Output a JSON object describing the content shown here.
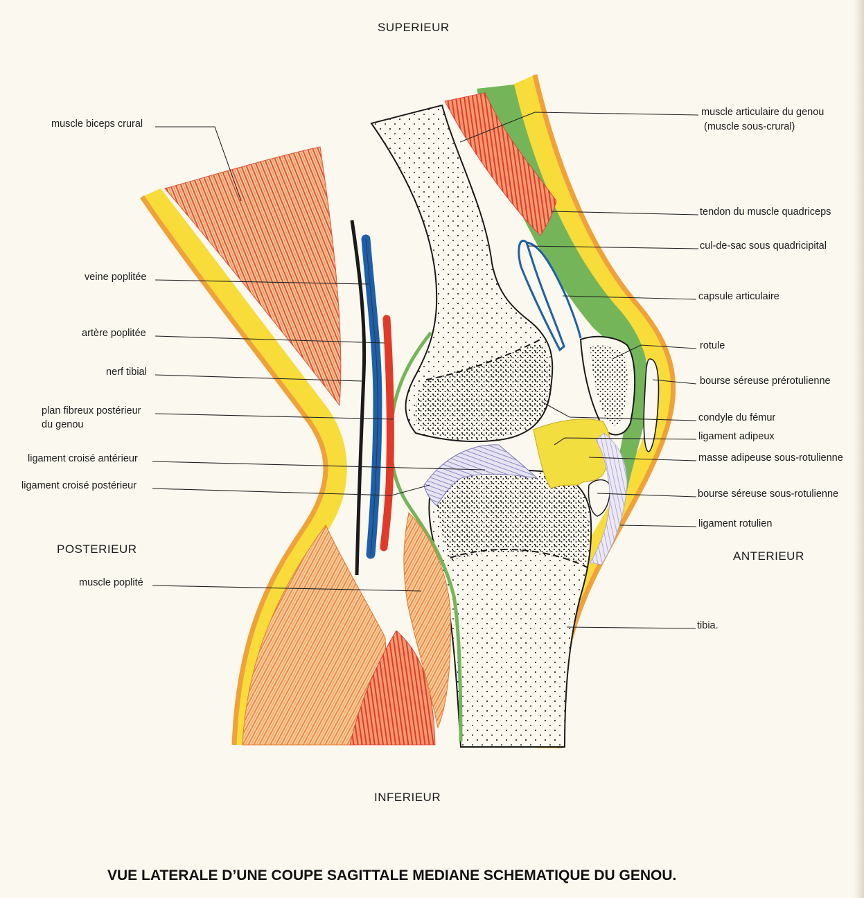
{
  "orientation": {
    "top": "SUPERIEUR",
    "bottom": "INFERIEUR",
    "left": "POSTERIEUR",
    "right": "ANTERIEUR"
  },
  "caption": "VUE LATERALE D’UNE COUPE SAGITTALE MEDIANE SCHEMATIQUE DU GENOU.",
  "labels_left": {
    "biceps": "muscle biceps crural",
    "veine": "veine poplitée",
    "artere": "artère poplitée",
    "nerf": "nerf tibial",
    "plan_line1": "plan fibreux postérieur",
    "plan_line2": "du genou",
    "lca": "ligament croisé antérieur",
    "lcp": "ligament croisé postérieur",
    "poplite": "muscle poplité"
  },
  "labels_right": {
    "articulaire_line1": "muscle articulaire du genou",
    "articulaire_line2": "(muscle sous-crural)",
    "tendon": "tendon du muscle quadriceps",
    "culdesac": "cul-de-sac sous quadricipital",
    "capsule": "capsule articulaire",
    "rotule": "rotule",
    "bourse_pre": "bourse séreuse prérotulienne",
    "condyle": "condyle du fémur",
    "lig_adipeux": "ligament adipeux",
    "masse": "masse adipeuse sous-rotulienne",
    "bourse_sous": "bourse séreuse sous-rotulienne",
    "lig_rotulien": "ligament rotulien",
    "tibia": "tibia."
  },
  "colors": {
    "skin_yellow": "#f7dc3a",
    "skin_orange": "#f0a13a",
    "muscle_red": "#e8442e",
    "muscle_orange": "#f08a3c",
    "tendon_green": "#74b55a",
    "vein_blue": "#1f5fa8",
    "artery_red": "#e23a2a",
    "fat_yellow": "#f2de3e",
    "ligament_lavender": "#b8b4dc"
  }
}
